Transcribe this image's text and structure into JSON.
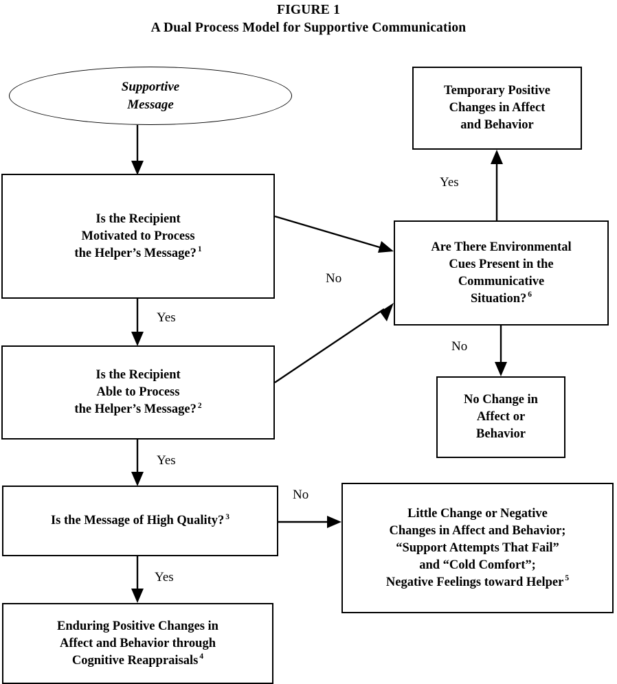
{
  "figure": {
    "title_line_1": "FIGURE 1",
    "title_line_2": "A Dual Process Model for Supportive Communication"
  },
  "nodes": {
    "supportive_message": {
      "shape": "ellipse",
      "lines": [
        "Supportive",
        "Message"
      ]
    },
    "motivated": {
      "shape": "box",
      "lines": [
        "Is the Recipient",
        "Motivated to Process",
        "the Helper’s Message?"
      ],
      "footnote": "1"
    },
    "able": {
      "shape": "box",
      "lines": [
        "Is the Recipient",
        "Able to Process",
        "the Helper’s Message?"
      ],
      "footnote": "2"
    },
    "high_quality": {
      "shape": "box",
      "lines": [
        "Is the Message of High Quality?"
      ],
      "footnote": "3"
    },
    "enduring": {
      "shape": "box",
      "lines": [
        "Enduring Positive Changes in",
        "Affect and Behavior through",
        "Cognitive Reappraisals"
      ],
      "footnote": "4"
    },
    "temporary": {
      "shape": "box",
      "lines": [
        "Temporary Positive",
        "Changes in Affect",
        "and Behavior"
      ],
      "footnote": ""
    },
    "environmental": {
      "shape": "box",
      "lines": [
        "Are There Environmental",
        "Cues Present in the",
        "Communicative",
        "Situation?"
      ],
      "footnote": "6"
    },
    "no_change": {
      "shape": "box",
      "lines": [
        "No Change in",
        "Affect or",
        "Behavior"
      ],
      "footnote": ""
    },
    "little_change": {
      "shape": "box",
      "lines": [
        "Little Change or Negative",
        "Changes in Affect and Behavior;",
        "“Support Attempts That Fail”",
        "and “Cold Comfort”;",
        "Negative Feelings toward Helper"
      ],
      "footnote": "5"
    }
  },
  "edge_labels": {
    "yes_motivated_to_able": "Yes",
    "yes_able_to_quality": "Yes",
    "yes_quality_to_enduring": "Yes",
    "yes_environmental_to_temporary": "Yes",
    "no_motivated_to_environmental": "No",
    "no_environmental_to_no_change": "No",
    "no_quality_to_little_change": "No"
  },
  "style": {
    "ink": "#000000",
    "paper": "#ffffff"
  }
}
